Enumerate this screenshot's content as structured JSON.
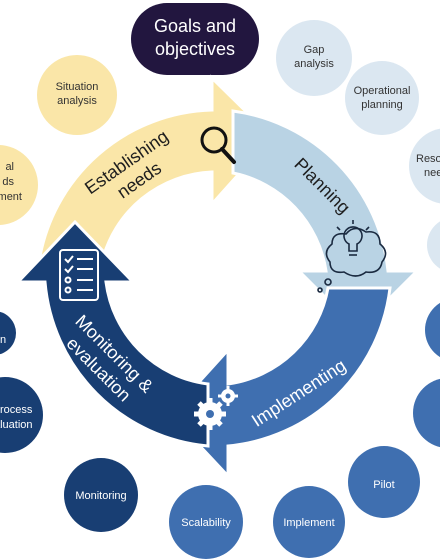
{
  "title": "Goals and objectives",
  "colors": {
    "establishing": "#fae6a8",
    "planning": "#b9d3e4",
    "implementing": "#3f6fb0",
    "monitoring": "#183e73",
    "title_bg": "#22163f",
    "bubble_yellow": "#fae6a8",
    "bubble_light": "#dbe7f1",
    "bubble_mid": "#3f6fb0",
    "bubble_dark": "#183e73"
  },
  "stages": {
    "establishing": "Establishing needs",
    "planning": "Planning",
    "implementing": "Implementing",
    "monitoring": "Monitoring & evaluation"
  },
  "bubbles": {
    "situation_analysis": "Situation analysis",
    "needs_assessment": "al ds ment",
    "gap_analysis": "Gap analysis",
    "operational_planning": "Operational planning",
    "resource_needs": "Reso nee",
    "process_evaluation": "rocess aluation",
    "monitoring": "Monitoring",
    "scalability": "Scalability",
    "implement": "Implement",
    "pilot": "Pilot"
  },
  "icons": [
    "magnifier-icon",
    "lightbulb-thought-icon",
    "gears-icon",
    "checklist-icon"
  ]
}
